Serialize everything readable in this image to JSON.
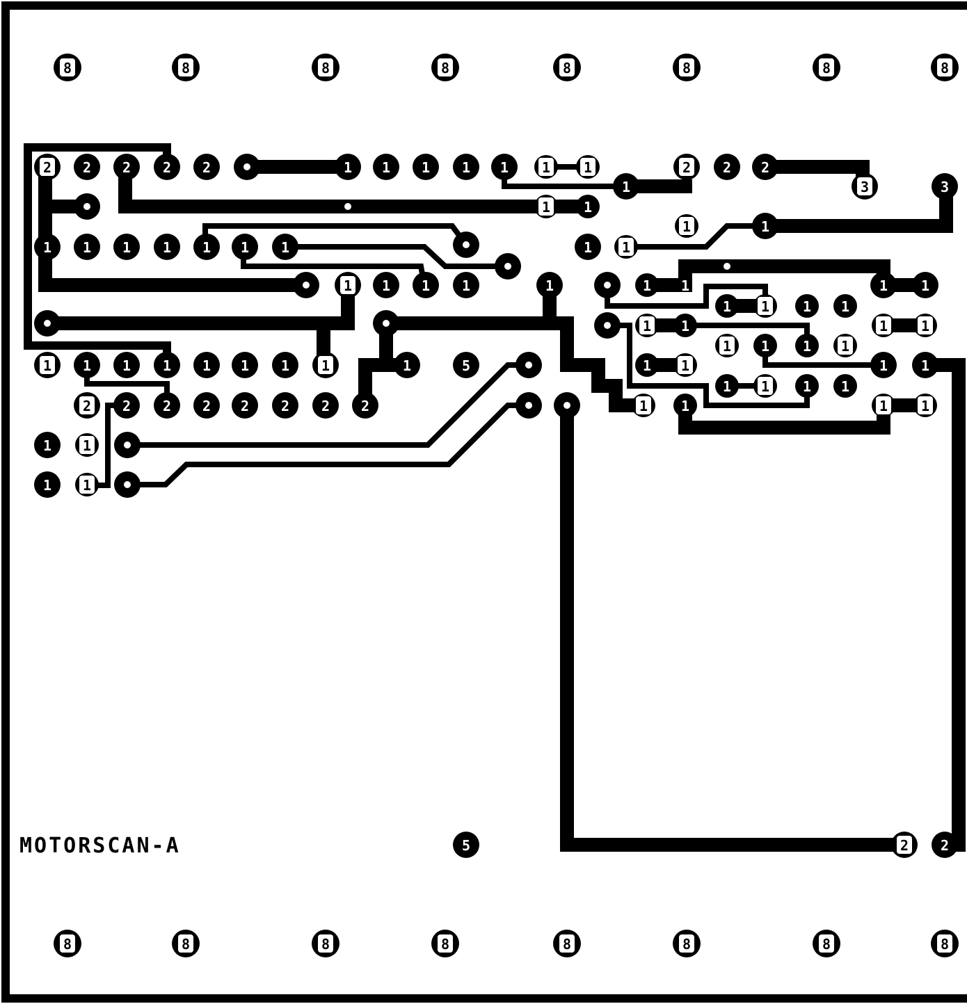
{
  "board": {
    "label": "MOTORSCAN-A",
    "ink_color": "#000000",
    "paper_color": "#ffffff"
  },
  "pads": {
    "mount_hole": "8",
    "row_top_a": [
      "2",
      "2",
      "2",
      "2",
      "2",
      "1",
      "1",
      "1",
      "1",
      "1",
      "1"
    ],
    "pair_top": [
      "1",
      "1"
    ],
    "top_right_twos": [
      "2",
      "2",
      "2"
    ],
    "threes": [
      "3",
      "3"
    ],
    "row_b": [
      "1",
      "1",
      "1",
      "1",
      "1",
      "1",
      "1"
    ],
    "row_c_right": [
      "1",
      "1",
      "1",
      "1"
    ],
    "row_d": [
      "1",
      "1",
      "1",
      "1",
      "1",
      "1",
      "1",
      "1"
    ],
    "row_e": [
      "2",
      "2",
      "2",
      "2",
      "2",
      "2",
      "2",
      "2"
    ],
    "fives": [
      "5",
      "5"
    ],
    "bottom_twos": [
      "2",
      "2"
    ],
    "misc_one": "1"
  }
}
